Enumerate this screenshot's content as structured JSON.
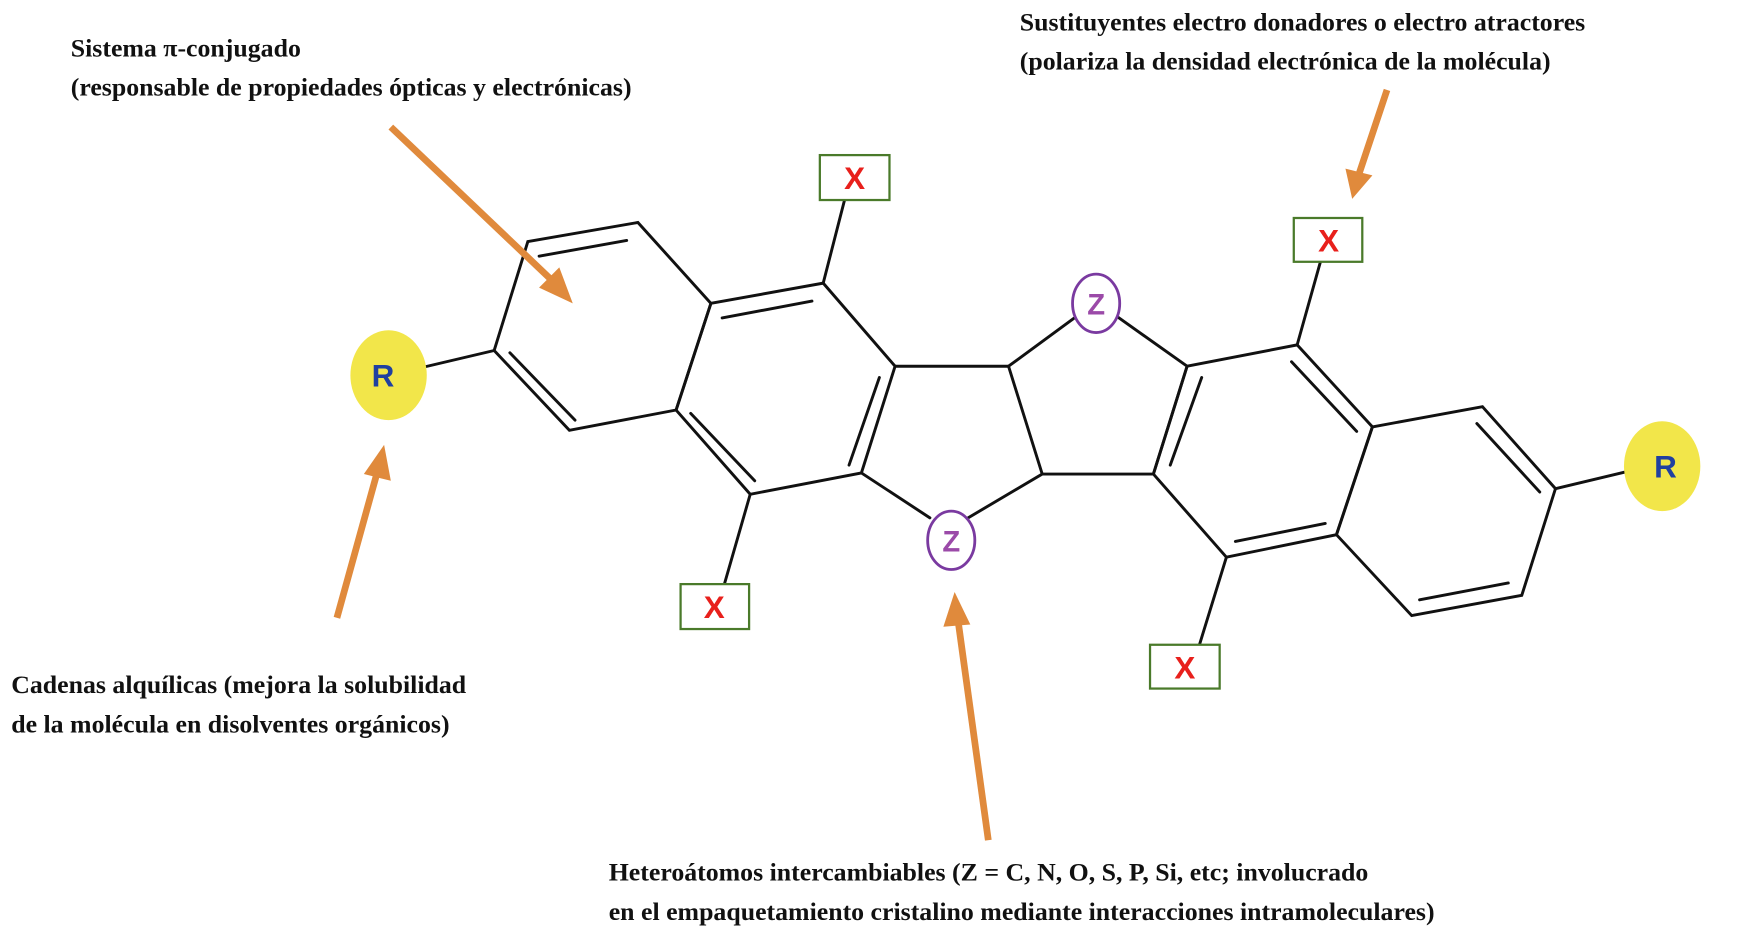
{
  "annotations": {
    "pi_system": {
      "line1": "Sistema π-conjugado",
      "line2": "(responsable de propiedades ópticas y electrónicas)"
    },
    "substituents": {
      "line1": "Sustituyentes electro donadores o electro atractores",
      "line2": "(polariza la densidad electrónica de la molécula)"
    },
    "alkyl_chains": {
      "line1": "Cadenas alquílicas (mejora la solubilidad",
      "line2": "de la molécula en disolventes orgánicos)"
    },
    "heteroatoms": {
      "line1": "Heteroátomos intercambiables (Z = C, N, O, S, P, Si, etc; involucrado",
      "line2": "en el empaquetamiento cristalino mediante interacciones intramoleculares)"
    }
  },
  "atoms": {
    "x": "X",
    "z": "Z",
    "r": "R"
  },
  "colors": {
    "arrow": "#e08a3c",
    "x_label": "#e8201c",
    "x_box": "#4a7a2a",
    "z_label": "#9b4aa8",
    "r_label": "#2040a0",
    "r_fill": "#f2e64a"
  }
}
